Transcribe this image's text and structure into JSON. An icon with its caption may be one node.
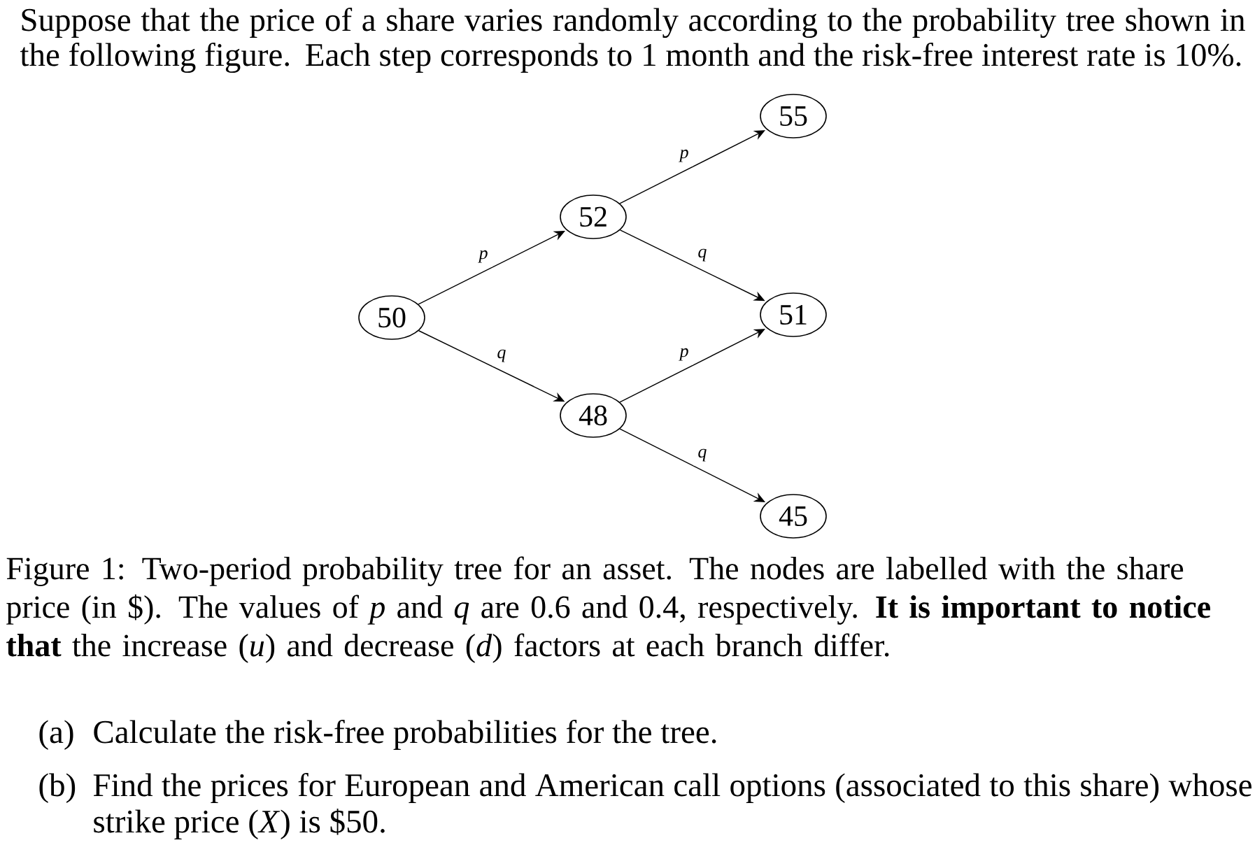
{
  "diagram": {
    "caption": "Figure 1: Two-period probability tree for an asset. The nodes are labelled with the share price (in $). The values of *p* and *q* are 0.6 and 0.4, respectively. **It is important to notice that** the increase (*u*) and decrease (*d*) factors at each branch differ.",
    "nodes": [
      {
        "text": [
          "50"
        ]
      },
      {
        "text": [
          "52"
        ]
      },
      {
        "text": [
          "48"
        ]
      },
      {
        "text": [
          "55"
        ]
      },
      {
        "text": [
          "51"
        ]
      },
      {
        "text": [
          "45"
        ]
      }
    ],
    "edges": [
      {
        "from": 0,
        "to": 1,
        "arrow": "to",
        "label": "p"
      },
      {
        "from": 0,
        "to": 2,
        "arrow": "to",
        "label": "q"
      },
      {
        "from": 1,
        "to": 3,
        "arrow": "to",
        "label": "p"
      },
      {
        "from": 1,
        "to": 4,
        "arrow": "to",
        "label": "q"
      },
      {
        "from": 2,
        "to": 4,
        "arrow": "to",
        "label": "p"
      },
      {
        "from": 2,
        "to": 5,
        "arrow": "to",
        "label": "q"
      }
    ],
    "labels": [
      "Suppose that the price of a share varies randomly according to the probability tree shown in the following figure. Each step corresponds to 1 month and the risk-free interest rate is 10%.",
      "(a)",
      "Calculate the risk-free probabilities for the tree.",
      "(b)",
      "Find the prices for European and American call options (associated to this share) whose strike price (*X*) is $50."
    ]
  }
}
